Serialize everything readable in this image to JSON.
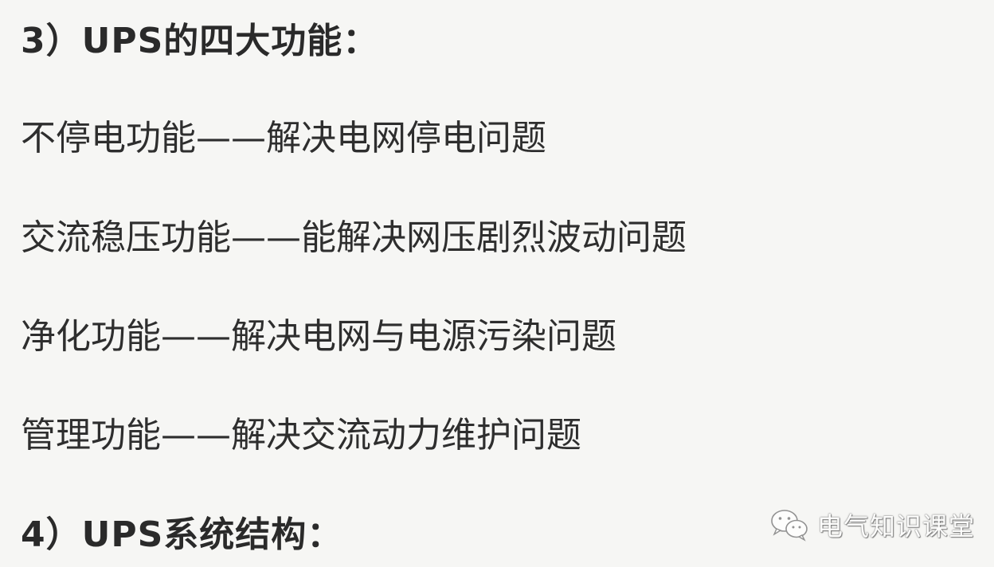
{
  "headings": {
    "section3": "3）UPS的四大功能：",
    "section4": "4）UPS系统结构："
  },
  "functions": [
    "不停电功能——解决电网停电问题",
    "交流稳压功能——能解决网压剧烈波动问题",
    "净化功能——解决电网与电源污染问题",
    "管理功能——解决交流动力维护问题"
  ],
  "watermark": {
    "text": "电气知识课堂",
    "icon": "wechat-icon"
  }
}
